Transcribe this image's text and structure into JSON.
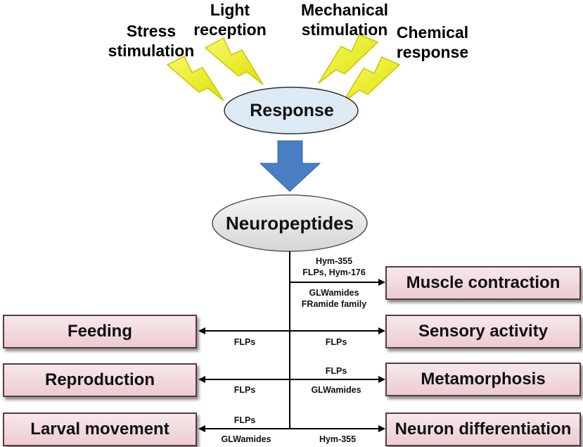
{
  "stimuli": {
    "stress": [
      "Stress",
      "stimulation"
    ],
    "light": [
      "Light",
      "reception"
    ],
    "mechanical": [
      "Mechanical",
      "stimulation"
    ],
    "chemical": [
      "Chemical",
      "response"
    ]
  },
  "response_label": "Response",
  "neuropeptides_label": "Neuropeptides",
  "outcomes": {
    "muscle": "Muscle contraction",
    "sensory": "Sensory activity",
    "metamorphosis": "Metamorphosis",
    "neuron": "Neuron differentiation",
    "feeding": "Feeding",
    "reproduction": "Reproduction",
    "larval": "Larval movement"
  },
  "peptides": {
    "muscle_above": [
      "Hym-355",
      "FLPs, Hym-176"
    ],
    "muscle_below": [
      "GLWamides",
      "FRamide family"
    ],
    "sensory": "FLPs",
    "feeding": "FLPs",
    "metamorphosis_above": "FLPs",
    "metamorphosis_below": "GLWamides",
    "reproduction": "FLPs",
    "larval_above": "FLPs",
    "larval_below": "GLWamides",
    "neuron": "Hym-355"
  },
  "colors": {
    "lightning_fill": "#ecef1c",
    "lightning_stroke": "#c6c800",
    "response_fill": "#dde9f3",
    "arrow_fill": "#4a7ec3",
    "box_border": "#5a3a3e"
  }
}
